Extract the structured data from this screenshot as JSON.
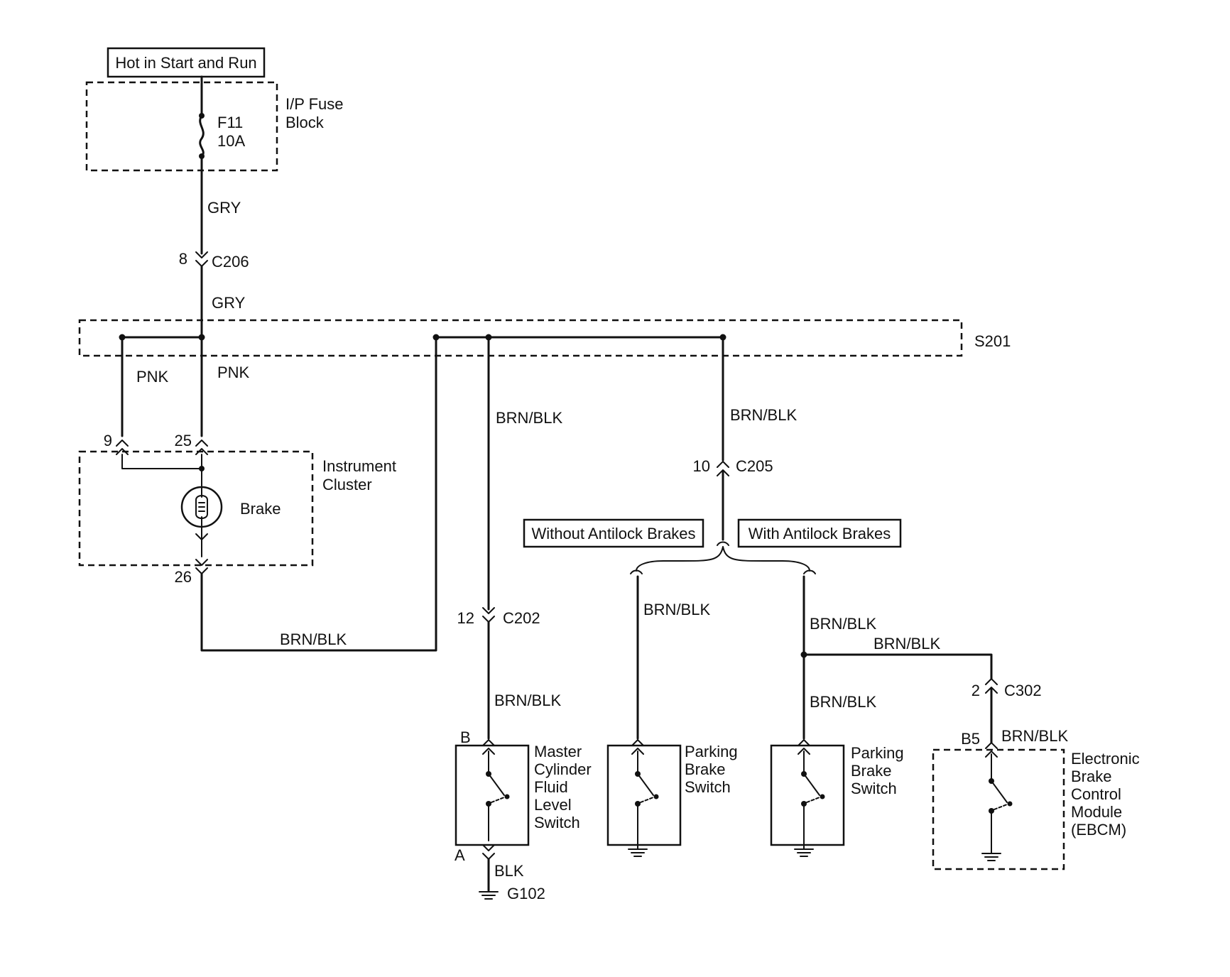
{
  "labels": {
    "hot_in_start_run": "Hot in Start and Run",
    "ip_fuse_block": [
      "I/P Fuse",
      "Block"
    ],
    "fuse": [
      "F11",
      "10A"
    ],
    "gry_1": "GRY",
    "gry_2": "GRY",
    "c206_pin": "8",
    "c206": "C206",
    "s201": "S201",
    "pnk_1": "PNK",
    "pnk_2": "PNK",
    "brn_blk_1": "BRN/BLK",
    "brn_blk_2": "BRN/BLK",
    "cluster_pin_9": "9",
    "cluster_pin_25": "25",
    "cluster_pin_26": "26",
    "instrument_cluster": [
      "Instrument",
      "Cluster"
    ],
    "brake_lamp": "Brake",
    "c205_pin": "10",
    "c205": "C205",
    "without_abs": "Without Antilock Brakes",
    "with_abs": "With Antilock Brakes",
    "brn_blk_cluster_return": "BRN/BLK",
    "c202_pin": "12",
    "c202": "C202",
    "brn_blk_3": "BRN/BLK",
    "brn_blk_4": "BRN/BLK",
    "brn_blk_5": "BRN/BLK",
    "brn_blk_6": "BRN/BLK",
    "brn_blk_7": "BRN/BLK",
    "brn_blk_8": "BRN/BLK",
    "c302_pin": "2",
    "c302": "C302",
    "pin_b": "B",
    "pin_a": "A",
    "pin_b5": "B5",
    "blk": "BLK",
    "g102": "G102",
    "master_cyl": [
      "Master",
      "Cylinder",
      "Fluid",
      "Level",
      "Switch"
    ],
    "parking_brake_1": [
      "Parking",
      "Brake",
      "Switch"
    ],
    "parking_brake_2": [
      "Parking",
      "Brake",
      "Switch"
    ],
    "ebcm": [
      "Electronic",
      "Brake",
      "Control",
      "Module",
      "(EBCM)"
    ]
  }
}
